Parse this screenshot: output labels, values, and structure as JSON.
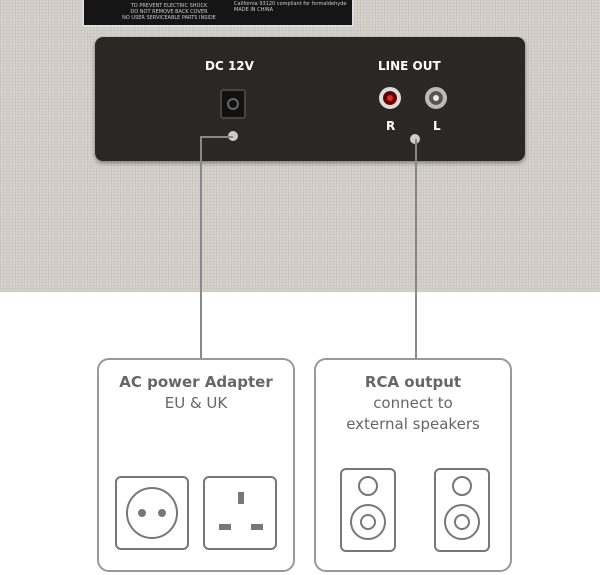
{
  "label": {
    "left_lines": [
      "TO PREVENT ELECTRIC SHOCK",
      "DO NOT REMOVE BACK COVER",
      "NO USER SERVICEABLE PARTS INSIDE"
    ],
    "right_lines": [
      "California 93120 compliant for formaldehyde",
      "MADE IN CHINA"
    ]
  },
  "panel": {
    "dc": "DC 12V",
    "line_out": "LINE OUT",
    "r": "R",
    "l": "L"
  },
  "ac_box": {
    "title": "AC power Adapter",
    "subtitle": "EU & UK"
  },
  "rca_box": {
    "title": "RCA output",
    "line1": "connect to",
    "line2": "external speakers"
  }
}
